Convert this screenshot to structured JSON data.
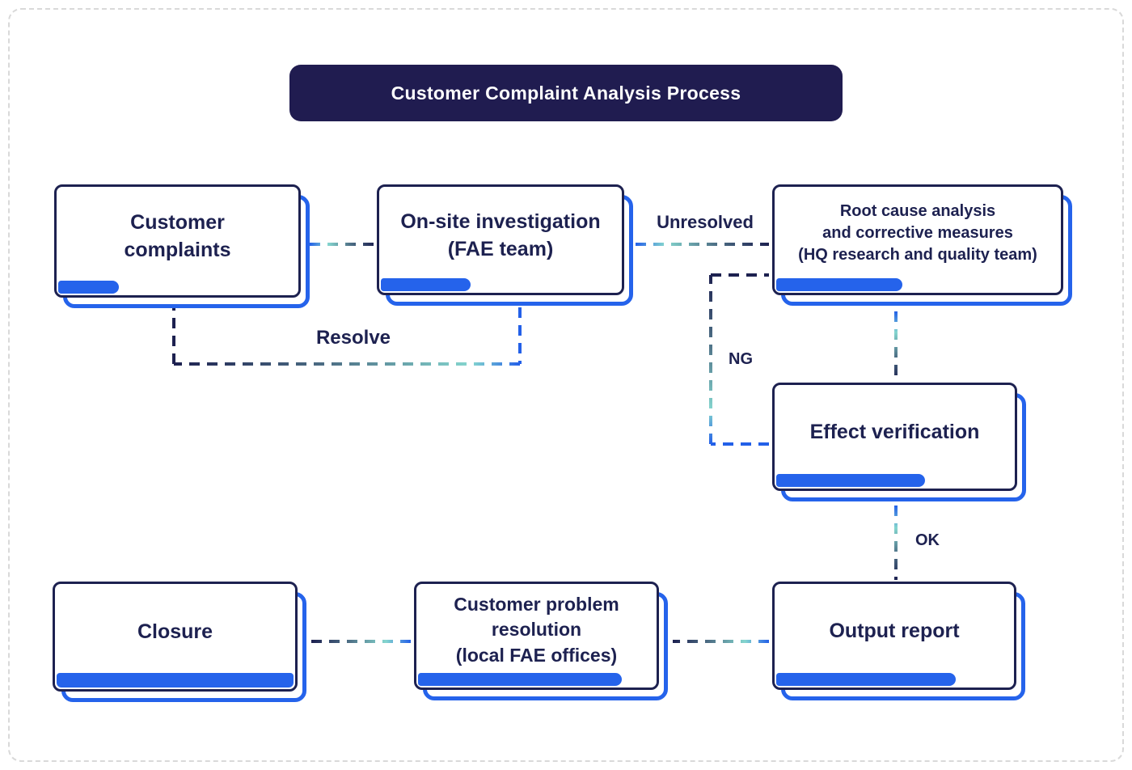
{
  "diagram": {
    "title": "Customer Complaint Analysis Process",
    "nodes": {
      "customer_complaints": {
        "label": "Customer\ncomplaints",
        "accent_pct": 25
      },
      "onsite_investigation": {
        "label": "On-site investigation\n(FAE team)",
        "accent_pct": 37
      },
      "root_cause": {
        "label": "Root cause analysis\nand corrective measures\n(HQ research and quality team)",
        "accent_pct": 44
      },
      "effect_verification": {
        "label": "Effect verification",
        "accent_pct": 62
      },
      "output_report": {
        "label": "Output report",
        "accent_pct": 75
      },
      "customer_problem_resolution": {
        "label": "Customer problem\nresolution\n(local FAE offices)",
        "accent_pct": 85
      },
      "closure": {
        "label": "Closure",
        "accent_pct": 100
      }
    },
    "edge_labels": {
      "unresolved": "Unresolved",
      "resolve": "Resolve",
      "ng": "NG",
      "ok": "OK"
    },
    "colors": {
      "navy": "#1d2150",
      "accent_blue": "#2563eb",
      "teal": "#85d6cf",
      "slate": "#4e7086",
      "title_bg": "#201c50",
      "page_border": "#d9d9d9"
    }
  }
}
